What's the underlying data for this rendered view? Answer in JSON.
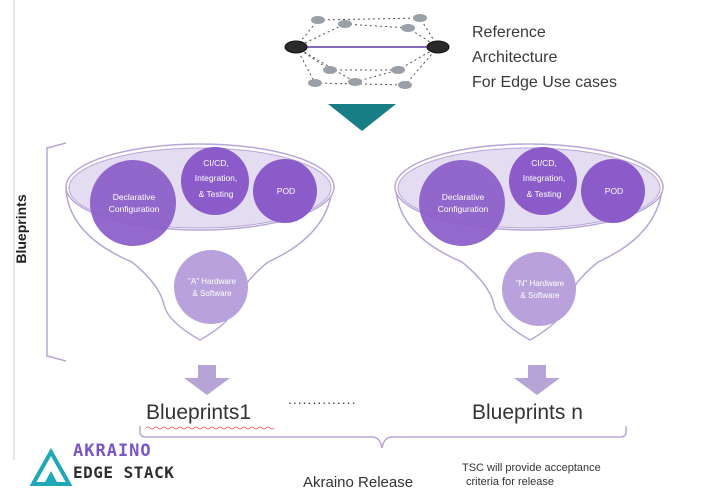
{
  "reference": {
    "line1": "Reference",
    "line2": "Architecture",
    "line3": "For Edge Use cases"
  },
  "side_label": "Blueprints",
  "funnels": [
    {
      "declarative": [
        "Declarative",
        "Configuration"
      ],
      "cicd": [
        "CI/CD,",
        "Integration,",
        "& Testing"
      ],
      "pod": "POD",
      "hardware": [
        "\"A\" Hardware",
        "& Software"
      ],
      "output_label": "Blueprints1"
    },
    {
      "declarative": [
        "Declarative",
        "Configuration"
      ],
      "cicd": [
        "CI/CD,",
        "Integration,",
        "& Testing"
      ],
      "pod": "POD",
      "hardware": [
        "\"N\" Hardware",
        "& Software"
      ],
      "output_label": "Blueprints n"
    }
  ],
  "ellipsis": "..............",
  "release_label": "Akraino Release",
  "tsc_note": {
    "line1": "TSC will provide acceptance",
    "line2": "criteria for release"
  },
  "logo": {
    "top": "AKRAINO",
    "bottom": "EDGE STACK"
  },
  "colors": {
    "funnel_outline": "#b9a6d9",
    "funnel_fill": "#ffffff",
    "ellipse_fill": "#e4dcf1",
    "circle_dark": "#8b5cc9",
    "circle_light": "#b9a2dc",
    "arrow_teal": "#177e86",
    "arrow_light": "#b6a4d6",
    "logo_teal": "#1fa8b8"
  }
}
